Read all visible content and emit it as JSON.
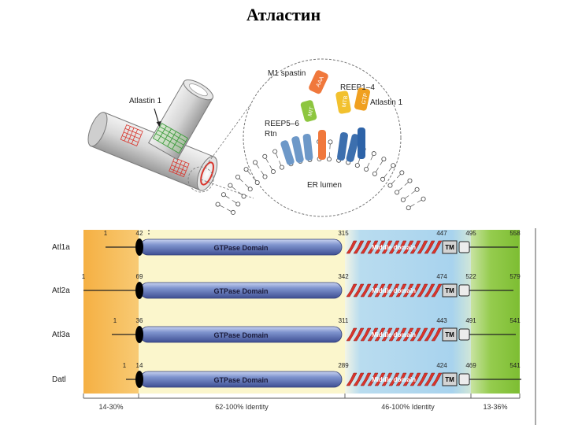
{
  "title": "Атластин",
  "illustration": {
    "atlastin_label": "Atlastin 1",
    "inset_labels": {
      "m1_spastin": "M1 spastin",
      "aaa": "AAA",
      "mit": "MIT",
      "reep1_4": "REEP1–4",
      "mtb": "MTB",
      "gtp": "GTP",
      "atlastin1": "Atlastin 1",
      "reep5_6": "REEP5–6",
      "rtn": "Rtn",
      "er_lumen": "ER lumen"
    }
  },
  "domain_labels": {
    "gtpase": "GTPase Domain",
    "middle": "Middle domain",
    "tm": "TM"
  },
  "proteins": [
    {
      "name": "Atl1a",
      "start": "1",
      "gtp_start": "42",
      "gtp_end": "315",
      "mid_end": "447",
      "tm_end": "495",
      "end": "558"
    },
    {
      "name": "Atl2a",
      "start": "1",
      "gtp_start": "69",
      "gtp_end": "342",
      "mid_end": "474",
      "tm_end": "522",
      "end": "579"
    },
    {
      "name": "Atl3a",
      "start": "1",
      "gtp_start": "36",
      "gtp_end": "311",
      "mid_end": "443",
      "tm_end": "491",
      "end": "541"
    },
    {
      "name": "Datl",
      "start": "1",
      "gtp_start": "14",
      "gtp_end": "289",
      "mid_end": "424",
      "tm_end": "469",
      "end": "541"
    }
  ],
  "identity_labels": [
    "14-30%",
    "62-100% Identity",
    "46-100% Identity",
    "13-36%"
  ],
  "colors": {
    "n_term_region": "#f5b94a",
    "gtpase_region": "#fbf7cf",
    "middle_region": "#aed6ee",
    "c_term_region": "#8dc63f",
    "gtpase_bar": "#5f74b8",
    "middle_helix": "#d9342b"
  }
}
